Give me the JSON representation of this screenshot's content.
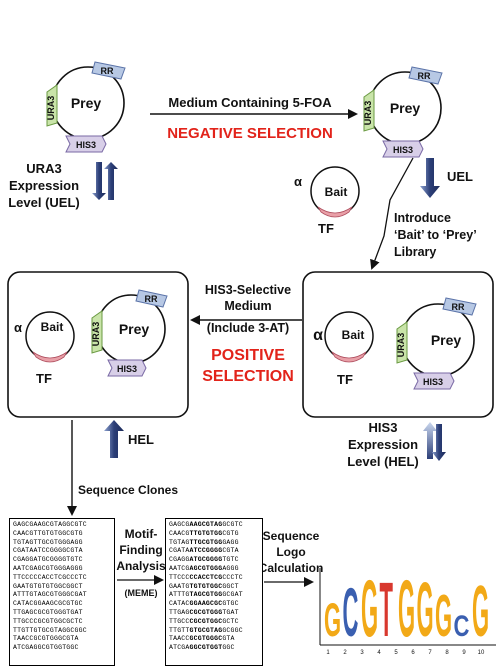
{
  "labels": {
    "prey": "Prey",
    "rr": "RR",
    "ura3": "URA3",
    "his3": "HIS3",
    "bait": "Bait",
    "tf": "TF",
    "alpha": "α"
  },
  "top_left": {
    "expr_line1": "URA3",
    "expr_line2": "Expression",
    "expr_line3": "Level (UEL)"
  },
  "neg": {
    "medium": "Medium Containing 5-FOA",
    "selection": "NEGATIVE SELECTION"
  },
  "top_right": {
    "uel": "UEL",
    "introduce_line1": "Introduce",
    "introduce_line2": "‘Bait’ to ‘Prey’",
    "introduce_line3": "Library"
  },
  "pos": {
    "medium_line1": "HIS3-Selective",
    "medium_line2": "Medium",
    "medium_line3": "(Include 3-AT)",
    "selection_line1": "POSITIVE",
    "selection_line2": "SELECTION"
  },
  "bottom": {
    "hel": "HEL",
    "his3_expr_line1": "HIS3",
    "his3_expr_line2": "Expression",
    "his3_expr_line3": "Level (HEL)",
    "sequence_clones": "Sequence Clones",
    "motif_line1": "Motif-",
    "motif_line2": "Finding",
    "motif_line3": "Analysis",
    "meme": "(MEME)",
    "logo_line1": "Sequence",
    "logo_line2": "Logo",
    "logo_line3": "Calculation"
  },
  "sequences_left": [
    "GAGCGAAGCGTAGGCGTC",
    "CAACGTTGTGTGGCGTG",
    "TGTAGTTGCGTGGGAGG",
    "CGATAATCCGGGGCGTA",
    "CGAGGATGCGGGGTGTC",
    "AATCGAGCGTGGGAGGG",
    "TTCCCCCACCTCGCCCTC",
    "GAATGTGTGTGGCGGCT",
    "ATTTGTAGCGTGGGCGAT",
    "CATACGGAAGCGCGTGC",
    "TTGAGCGCGTGGGTGAT",
    "TTGCCCGCGTGGCGCTC",
    "TTGTTGTGCGTAGGCGGC",
    "TAACCGCGTGGGCGTA",
    "ATCGAGGCGTGGTGGC"
  ],
  "sequences_right": [
    "GAGCGAAGCGTAGGCGTC",
    "CAACGTTGTGTGGCGTG",
    "TGTAGTTGCGTGGGAGG",
    "CGATAATCCGGGGCGTA",
    "CGAGGATGCGGGGTGTC",
    "AATCGAGCGTGGGAGGG",
    "TTCCCCCACCTCGCCCTC",
    "GAATGTGTGTGGCGGCT",
    "ATTTGTAGCGTGGGCGAT",
    "CATACGGAAGCGCGTGC",
    "TTGAGCGCGTGGGTGAT",
    "TTGCCCGCGTGGCGCTC",
    "TTGTTGTGCGTAGGCGGC",
    "TAACCGCGTGGGCGTA",
    "ATCGAGGCGTGGTGGC"
  ],
  "logo": {
    "top_letters": [
      "G",
      "C",
      "G",
      "T",
      "G",
      "G",
      "G",
      "C",
      "G"
    ],
    "axis_ticks": [
      "1",
      "2",
      "3",
      "4",
      "5",
      "6",
      "7",
      "8",
      "9",
      "10"
    ]
  },
  "colors": {
    "red": "#e2231a",
    "arrow_blue": "#2c3f78",
    "rr_blue": "#b7c8e4",
    "ura3_green": "#c9e4a9",
    "his3_purple": "#d8cfe8",
    "tf_pink": "#e9a0a8",
    "logo_G": "#f2a917",
    "logo_C": "#3a5fb0",
    "logo_T": "#d8382e",
    "logo_A": "#3aa04a"
  }
}
